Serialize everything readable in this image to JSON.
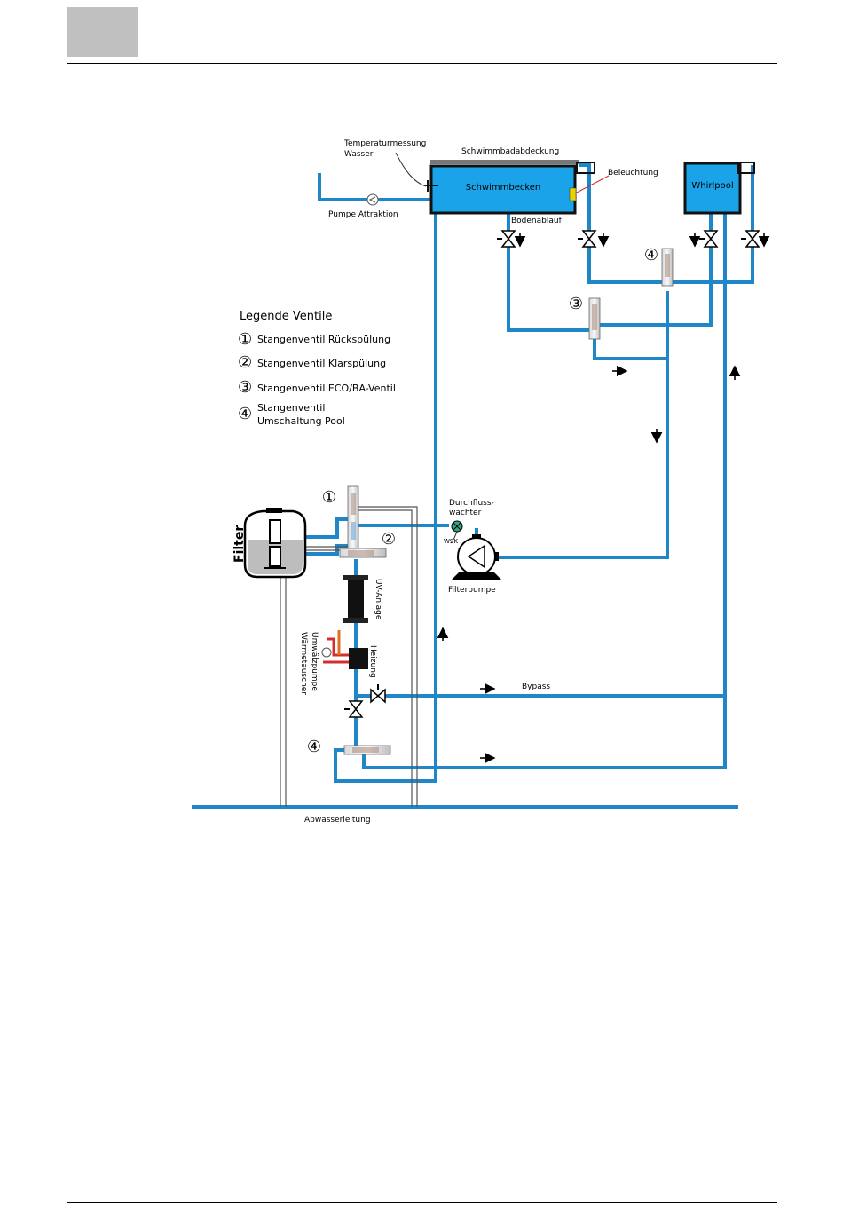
{
  "diagram": {
    "title_cover": "Schwimmbadabdeckung",
    "temp_label_1": "Temperaturmessung",
    "temp_label_2": "Wasser",
    "pump_attraction": "Pumpe Attraktion",
    "pool": "Schwimmbecken",
    "light": "Beleuchtung",
    "floor_drain": "Bodenablauf",
    "whirlpool": "Whirlpool",
    "legend": {
      "title": "Legende Ventile",
      "items": [
        {
          "num": "①",
          "text": "Stangenventil Rückspülung"
        },
        {
          "num": "②",
          "text": "Stangenventil Klarspülung"
        },
        {
          "num": "③",
          "text": "Stangenventil ECO/BA-Ventil"
        },
        {
          "num": "④",
          "text": "Stangenventil",
          "text2": "Umschaltung Pool"
        }
      ]
    },
    "valve_markers": {
      "v1": "①",
      "v2": "②",
      "v3": "③",
      "v4": "④"
    },
    "filter": "Filter",
    "flow_1": "Durchfluss-",
    "flow_2": "wächter",
    "wsk": "WSK",
    "filter_pump": "Filterpumpe",
    "uv": "UV-Anlage",
    "heating": "Heizung",
    "circ_pump_1": "Umwälzpumpe",
    "circ_pump_2": "Wärmetauscher",
    "bypass": "Bypass",
    "drain_line": "Abwasserleitung"
  },
  "colors": {
    "pipe": "#1f86c8",
    "pool": "#1aa3e8",
    "header_box": "#c0c0c0",
    "hot": "#d32f2f",
    "warm": "#e07020"
  }
}
